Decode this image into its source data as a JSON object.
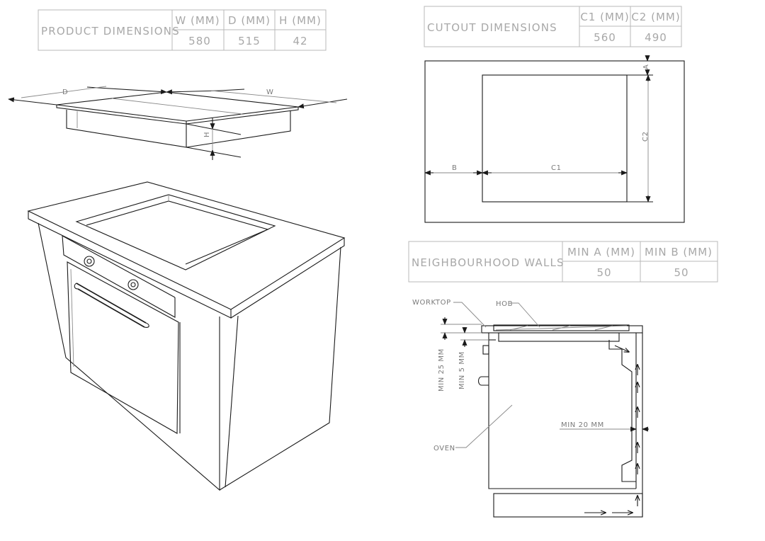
{
  "product_table": {
    "title": "PRODUCT DIMENSIONS",
    "headers": [
      "W (MM)",
      "D (MM)",
      "H (MM)"
    ],
    "values": [
      "580",
      "515",
      "42"
    ]
  },
  "cutout_table": {
    "title": "CUTOUT  DIMENSIONS",
    "headers": [
      "C1 (MM)",
      "C2 (MM)"
    ],
    "values": [
      "560",
      "490"
    ]
  },
  "walls_table": {
    "title": "NEIGHBOURHOOD WALLS",
    "headers": [
      "MIN A (MM)",
      "MIN B (MM)"
    ],
    "values": [
      "50",
      "50"
    ]
  },
  "hob_labels": {
    "d": "D",
    "w": "W",
    "h": "H"
  },
  "cutout_labels": {
    "a": "A",
    "b": "B",
    "c1": "C1",
    "c2": "C2"
  },
  "section_labels": {
    "worktop": "WORKTOP",
    "hob": "HOB",
    "oven": "OVEN",
    "min25": "MIN 25 MM",
    "min5": "MIN 5 MM",
    "min20": "MIN 20 MM"
  }
}
